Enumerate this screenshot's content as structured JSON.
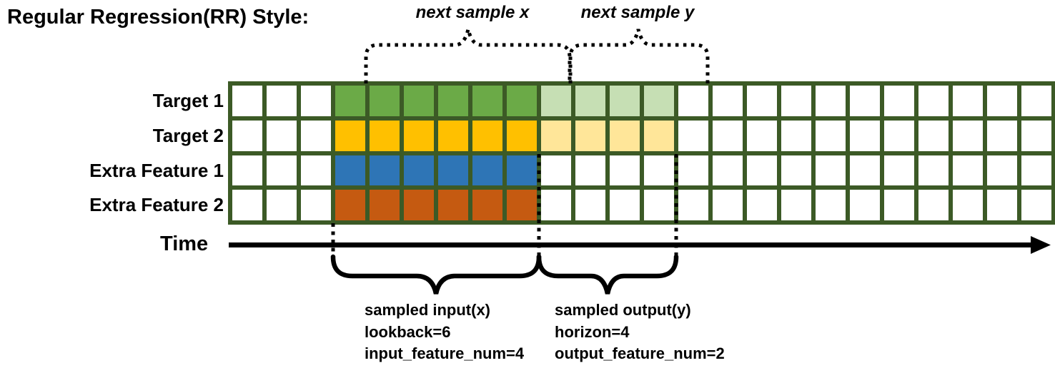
{
  "title": "Regular Regression(RR) Style:",
  "annotations": {
    "next_sample_x": "next sample x",
    "next_sample_y": "next sample y",
    "time_label": "Time",
    "input_block": {
      "line1": "sampled input(x)",
      "line2": "lookback=6",
      "line3": "input_feature_num=4"
    },
    "output_block": {
      "line1": "sampled output(y)",
      "line2": "horizon=4",
      "line3": "output_feature_num=2"
    }
  },
  "colors": {
    "grid_border": "#3C5A26",
    "ink": "#000000",
    "empty_cell": "#FFFFFF"
  },
  "grid": {
    "total_timesteps": 24,
    "lead_empty_cells": 3,
    "lookback": 6,
    "horizon": 4,
    "rows": [
      {
        "label": "Target 1",
        "lookback_color": "#6BAA47",
        "horizon_color": "#C6DFB4"
      },
      {
        "label": "Target 2",
        "lookback_color": "#FFC000",
        "horizon_color": "#FFE699"
      },
      {
        "label": "Extra Feature 1",
        "lookback_color": "#2E75B6",
        "horizon_color": null
      },
      {
        "label": "Extra Feature 2",
        "lookback_color": "#C55A11",
        "horizon_color": null
      }
    ]
  }
}
